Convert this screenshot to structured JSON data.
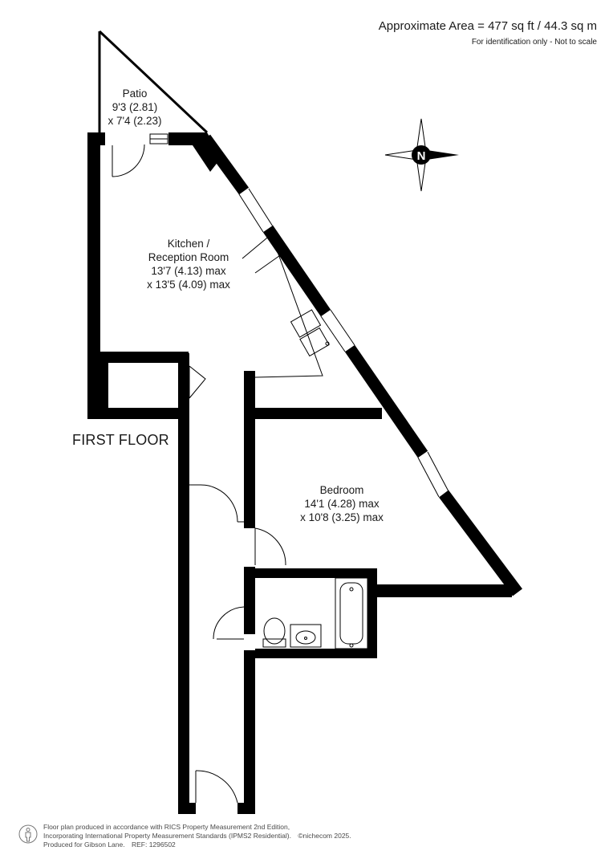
{
  "header": {
    "approx_area": "Approximate Area = 477 sq ft / 44.3 sq m",
    "note": "For identification only - Not to scale"
  },
  "compass": {
    "letter": "N"
  },
  "rooms": {
    "patio": {
      "name": "Patio",
      "dim1": "9'3 (2.81)",
      "dim2": "x 7'4 (2.23)"
    },
    "kitchen": {
      "name1": "Kitchen /",
      "name2": "Reception Room",
      "dim1": "13'7 (4.13) max",
      "dim2": "x 13'5 (4.09) max"
    },
    "bedroom": {
      "name": "Bedroom",
      "dim1": "14'1 (4.28) max",
      "dim2": "x 10'8 (3.25) max"
    }
  },
  "floor_label": "FIRST FLOOR",
  "footer": {
    "line1": "Floor plan produced in accordance with RICS Property Measurement 2nd Edition,",
    "line2_a": "Incorporating International Property Measurement Standards (IPMS2 Residential).",
    "line2_b": "©nichecom 2025.",
    "line3_a": "Produced for Gibson Lane.",
    "line3_b": "REF:  1296502"
  }
}
